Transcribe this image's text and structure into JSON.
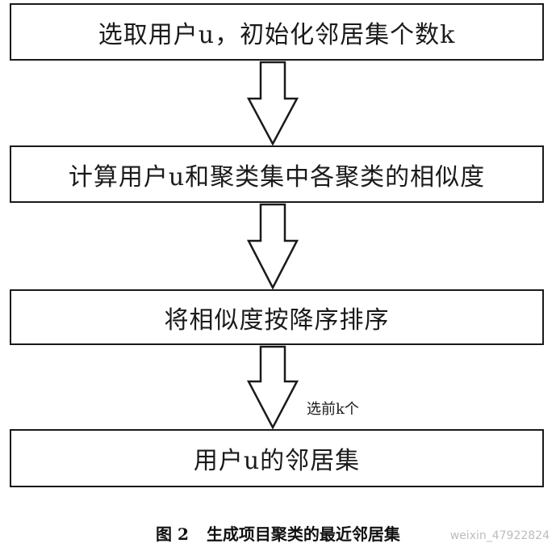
{
  "steps": [
    {
      "label": "选取用户u，初始化邻居集个数k"
    },
    {
      "label": "计算用户u和聚类集中各聚类的相似度"
    },
    {
      "label": "将相似度按降序排序"
    },
    {
      "label": "用户u的邻居集"
    }
  ],
  "arrow_label": "选前k个",
  "caption": {
    "number": "图 2",
    "title": "生成项目聚类的最近邻居集"
  },
  "watermark": "weixin_47922824"
}
